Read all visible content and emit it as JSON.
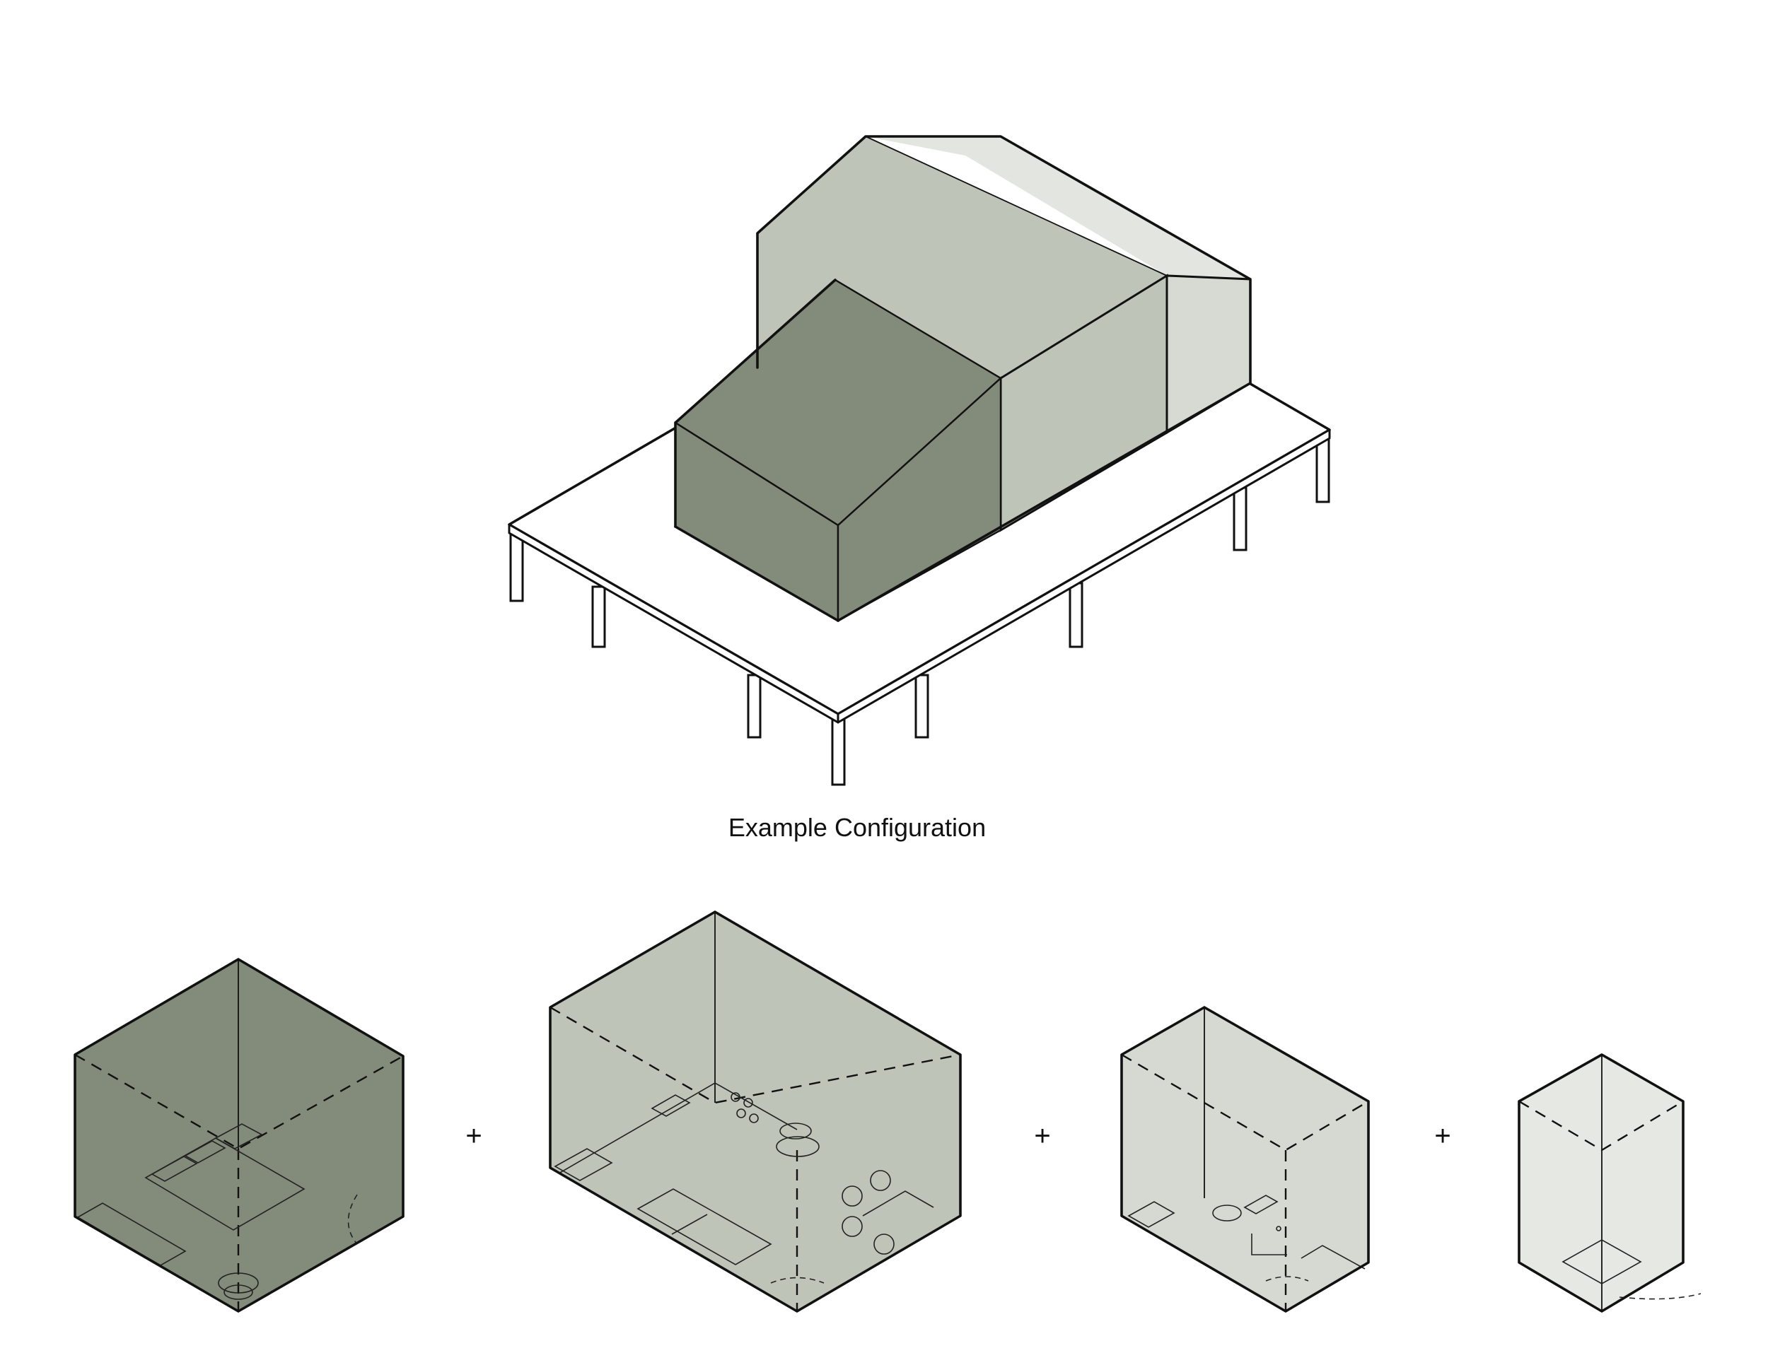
{
  "caption": "Example Configuration",
  "operator_symbol": "+",
  "colors": {
    "background": "#ffffff",
    "module_dark": "#838c7a",
    "module_mid": "#bfc4b9",
    "module_light": "#d6d9d2",
    "module_lightest": "#e6e8e4",
    "platform": "#ffffff",
    "line": "#111111"
  },
  "modules": [
    {
      "id": "bedroom",
      "color": "module_dark"
    },
    {
      "id": "living-kitchen",
      "color": "module_mid"
    },
    {
      "id": "bathroom",
      "color": "module_light"
    },
    {
      "id": "entry",
      "color": "module_lightest"
    }
  ]
}
